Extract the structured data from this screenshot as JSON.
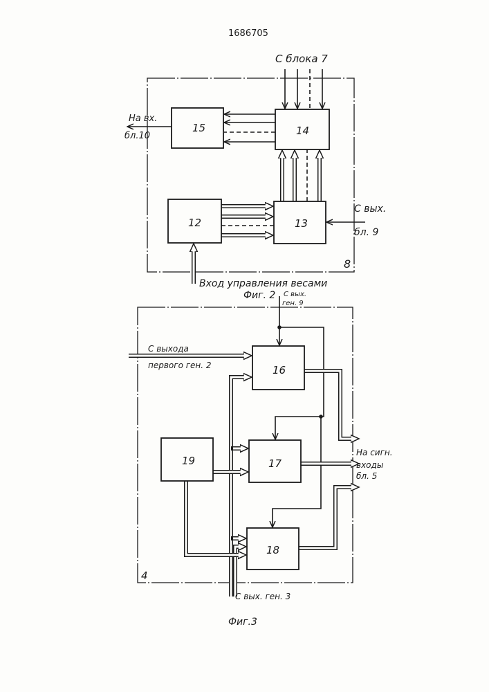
{
  "header": {
    "patent_number": "1686705"
  },
  "fig2": {
    "caption": "Фиг. 2",
    "frame_label": "8",
    "blocks": {
      "b12": "12",
      "b13": "13",
      "b14": "14",
      "b15": "15"
    },
    "labels": {
      "from_block7": "С блока 7",
      "to_input_line1": "На вх.",
      "to_input_line2": "бл.10",
      "from_output_line1": "С вых.",
      "from_output_line2": "бл. 9",
      "weight_control": "Вход управления весами"
    }
  },
  "fig3": {
    "caption": "Фиг.3",
    "frame_label": "4",
    "blocks": {
      "b16": "16",
      "b17": "17",
      "b18": "18",
      "b19": "19"
    },
    "labels": {
      "from_gen9_line1": "С вых.",
      "from_gen9_line2": "ген. 9",
      "from_gen2_line1": "С выхода",
      "from_gen2_line2": "первого ген. 2",
      "to_signal_line1": "На сигн.",
      "to_signal_line2": "входы",
      "to_signal_line3": "бл. 5",
      "from_gen3": "С вых. ген. 3"
    }
  }
}
